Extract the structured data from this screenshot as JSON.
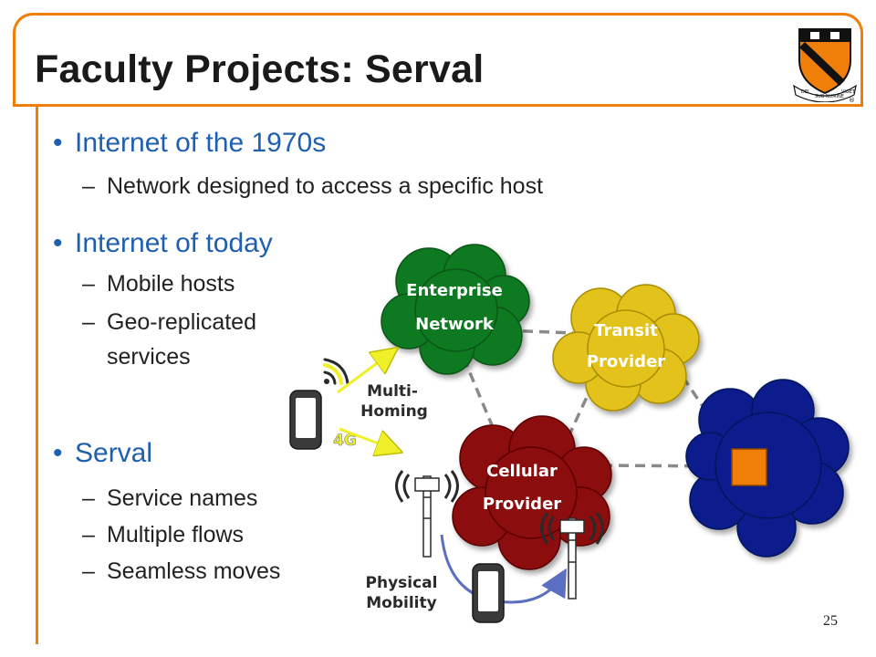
{
  "slide": {
    "title": "Faculty Projects: Serval",
    "page_number": "25"
  },
  "logo": {
    "banner_left": "DEI",
    "banner_mid": "SUB NUMINE",
    "banner_right": "VIGET",
    "registered": "®"
  },
  "bullets": [
    {
      "text": "Internet of the 1970s",
      "subs": [
        "Network designed to access a specific host"
      ]
    },
    {
      "text": "Internet of today",
      "subs": [
        "Mobile hosts",
        "Geo-replicated",
        "services"
      ]
    },
    {
      "text": "Serval",
      "subs": [
        "Service names",
        "Multiple flows",
        "Seamless moves"
      ]
    }
  ],
  "diagram": {
    "enterprise": [
      "Enterprise",
      "Network"
    ],
    "transit": [
      "Transit",
      "Provider"
    ],
    "cellular": [
      "Cellular",
      "Provider"
    ],
    "multihoming": [
      "Multi-",
      "Homing"
    ],
    "physical_mobility": [
      "Physical",
      "Mobility"
    ],
    "four_g": "4G",
    "colors": {
      "enterprise": "#0E7A22",
      "transit": "#E3C21A",
      "cellular": "#8B0A0A",
      "datacenter": "#0A1E8C",
      "server": "#F07F09",
      "arrow": "#F0F02A"
    }
  }
}
